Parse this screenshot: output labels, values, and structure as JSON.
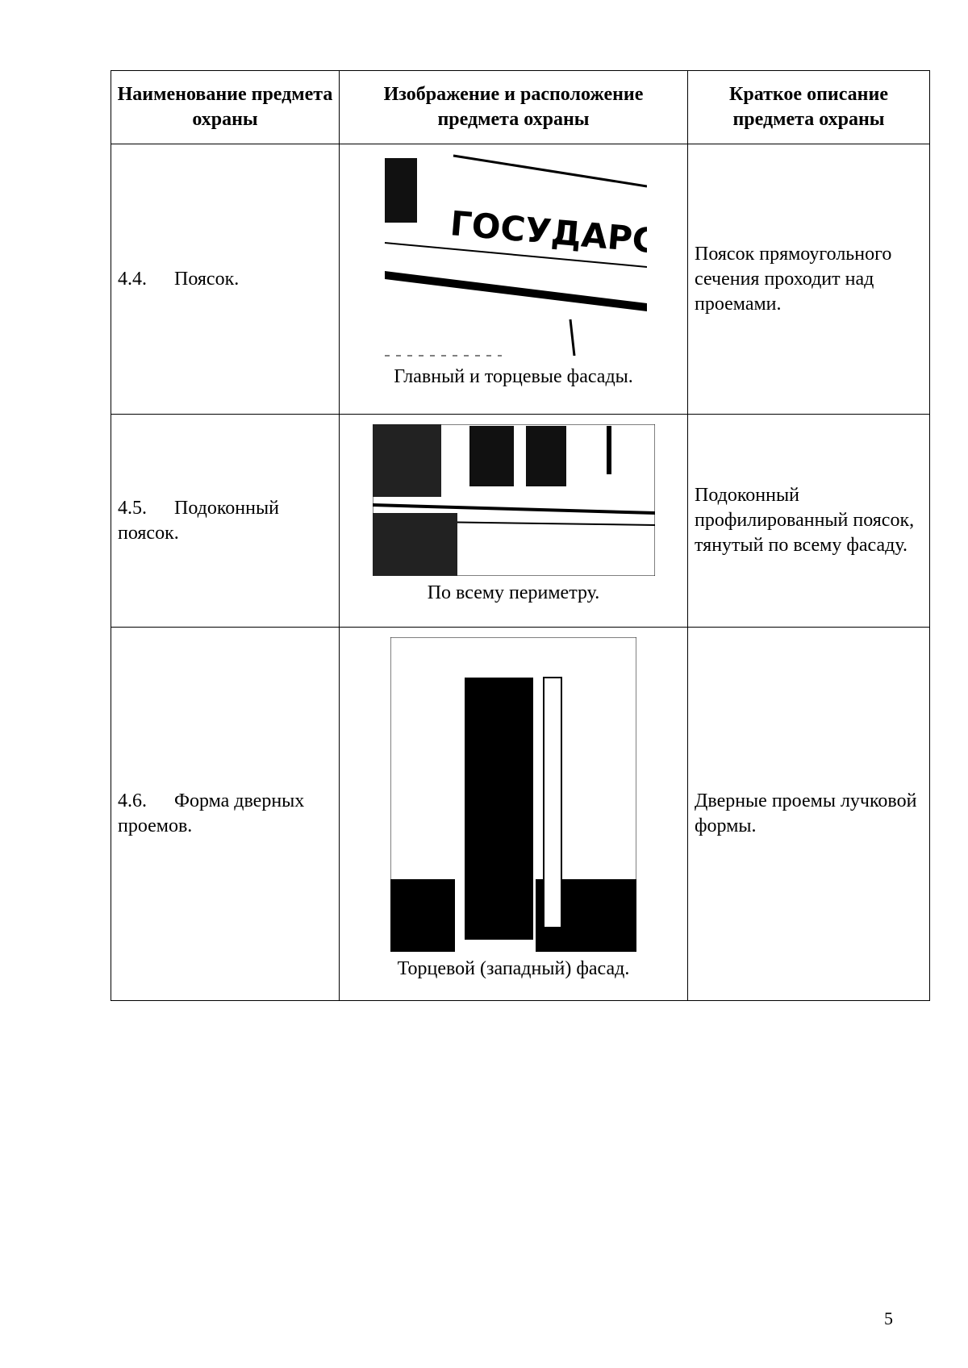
{
  "table": {
    "headers": [
      "Наименование предмета охраны",
      "Изображение и расположение предмета охраны",
      "Краткое описание предмета охраны"
    ],
    "rows": [
      {
        "num": "4.4.",
        "name": "Поясок.",
        "caption": "Главный и торцевые фасады.",
        "description": "Поясок прямоугольного сечения проходит над проемами.",
        "photo_sign_text": "ГОСУДАРСТВЕНН"
      },
      {
        "num": "4.5.",
        "name": "Подоконный поясок.",
        "caption": "По всему периметру.",
        "description": "Подоконный профилированный поясок, тянутый по всему фасаду."
      },
      {
        "num": "4.6.",
        "name": "Форма дверных проемов.",
        "caption": "Торцевой (западный) фасад.",
        "description": "Дверные проемы лучковой формы."
      }
    ]
  },
  "page_number": "5"
}
